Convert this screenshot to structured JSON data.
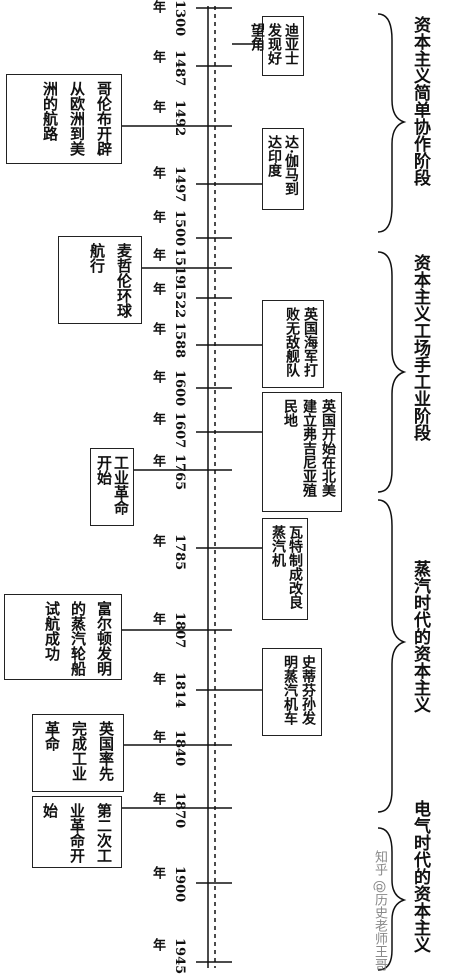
{
  "years": [
    "1300",
    "1487",
    "1492",
    "1497",
    "1500",
    "1519",
    "1522",
    "1588",
    "1600",
    "1607",
    "1765",
    "1785",
    "1807",
    "1814",
    "1840",
    "1870",
    "1900",
    "1945"
  ],
  "nian": "年",
  "events_right": [
    {
      "id": "diaz",
      "text": "迪亚士发现好望角"
    },
    {
      "id": "gama",
      "text": "达·伽马到达印度"
    },
    {
      "id": "armada",
      "text": "英国海军打败无敌舰队"
    },
    {
      "id": "colony",
      "text": "英国开始在北美建立弗吉尼亚殖民地"
    },
    {
      "id": "watt",
      "text": "瓦特制成改良蒸汽机"
    },
    {
      "id": "stephenson",
      "text": "史蒂芬孙发明蒸汽机车"
    }
  ],
  "events_left": [
    {
      "id": "columbus",
      "text": "哥伦布开辟从欧洲到美洲的航路"
    },
    {
      "id": "magellan",
      "text": "麦哲伦环球航行"
    },
    {
      "id": "industrial",
      "text": "工业革命开始"
    },
    {
      "id": "fulton",
      "text": "富尔顿发明的蒸汽轮船试航成功"
    },
    {
      "id": "uk_done",
      "text": "英国率先完成工业革命"
    },
    {
      "id": "second",
      "text": "第二次工业革命开始"
    }
  ],
  "stages": [
    {
      "id": "simple",
      "text": "资本主义简单协作阶段"
    },
    {
      "id": "workshop",
      "text": "资本主义工场手工业阶段"
    },
    {
      "id": "steam",
      "text": "蒸汽时代的资本主义"
    },
    {
      "id": "electric",
      "text": "电气时代的资本主义"
    }
  ],
  "watermark": "知乎 @历史老师王哥"
}
